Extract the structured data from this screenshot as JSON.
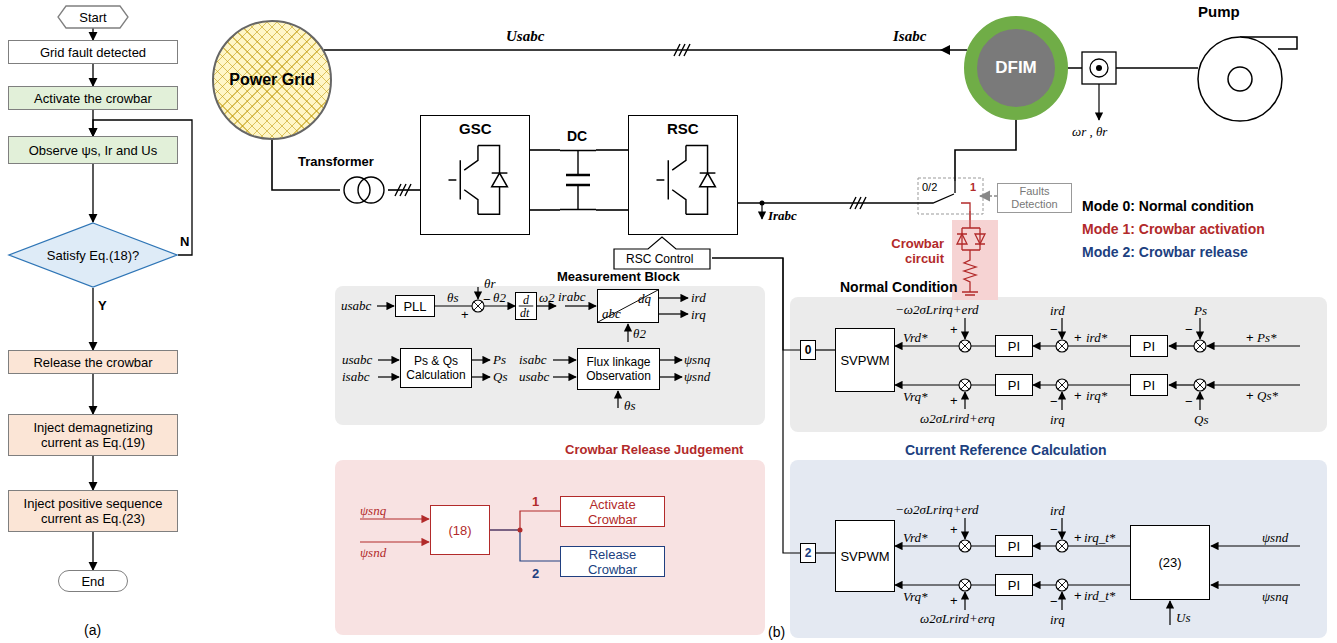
{
  "diagram": {
    "nodes": [
      {
        "text": [
          "Start"
        ]
      },
      {
        "text": [
          "Grid fault detected"
        ]
      },
      {
        "text": [
          "Activate the crowbar"
        ]
      },
      {
        "text": [
          "Observe ψs, Ir and Us"
        ]
      },
      {
        "text": [
          "Satisfy Eq.(18)?"
        ]
      },
      {
        "text": [
          "Release the crowbar"
        ]
      },
      {
        "text": [
          "Inject demagnetizing current as Eq.(19)"
        ]
      },
      {
        "text": [
          "Inject positive sequence current as Eq.(23)"
        ]
      },
      {
        "text": [
          "End"
        ]
      },
      {
        "text": [
          "Power Grid"
        ]
      },
      {
        "text": [
          "Transformer"
        ]
      },
      {
        "text": [
          "GSC"
        ]
      },
      {
        "text": [
          "DC"
        ]
      },
      {
        "text": [
          "RSC"
        ]
      },
      {
        "text": [
          "DFIM"
        ]
      },
      {
        "text": [
          "Pump"
        ]
      },
      {
        "text": [
          "0/2",
          "1"
        ]
      },
      {
        "text": [
          "Faults Detection"
        ]
      },
      {
        "text": [
          "Crowbar circuit"
        ]
      },
      {
        "text": [
          "RSC Control"
        ]
      },
      {
        "text": [
          "Measurement Block"
        ]
      },
      {
        "text": [
          "PLL"
        ],
        "in": 20
      },
      {
        "text": [
          "d",
          "dt"
        ],
        "in": 20
      },
      {
        "text": [
          "abc",
          "dq"
        ],
        "in": 20
      },
      {
        "text": [
          "Ps & Qs Calculation"
        ],
        "in": 20
      },
      {
        "text": [
          "Flux linkage Observation"
        ],
        "in": 20
      },
      {
        "text": [
          "Normal Condition"
        ]
      },
      {
        "text": [
          "0"
        ],
        "in": 26
      },
      {
        "text": [
          "SVPWM"
        ],
        "in": 26
      },
      {
        "text": [
          "PI"
        ],
        "in": 26
      },
      {
        "text": [
          "PI"
        ],
        "in": 26
      },
      {
        "text": [
          "PI"
        ],
        "in": 26
      },
      {
        "text": [
          "PI"
        ],
        "in": 26
      },
      {
        "text": [
          "Current Reference Calculation"
        ]
      },
      {
        "text": [
          "2"
        ],
        "in": 33
      },
      {
        "text": [
          "SVPWM"
        ],
        "in": 33
      },
      {
        "text": [
          "PI"
        ],
        "in": 33
      },
      {
        "text": [
          "PI"
        ],
        "in": 33
      },
      {
        "text": [
          "(23)"
        ],
        "in": 33
      },
      {
        "text": [
          "Crowbar Release Judgement"
        ]
      },
      {
        "text": [
          "(18)"
        ],
        "in": 39
      },
      {
        "text": [
          "Activate Crowbar"
        ],
        "in": 39
      },
      {
        "text": [
          "Release Crowbar"
        ],
        "in": 39
      }
    ],
    "edges": [
      {
        "from": 0,
        "to": 1,
        "arrow": "to"
      },
      {
        "from": 1,
        "to": 2,
        "arrow": "to"
      },
      {
        "from": 2,
        "to": 3,
        "arrow": "to"
      },
      {
        "from": 3,
        "to": 4,
        "arrow": "to"
      },
      {
        "from": 4,
        "to": 5,
        "arrow": "to",
        "label": "Y"
      },
      {
        "from": 4,
        "to": 3,
        "arrow": "to",
        "label": "N"
      },
      {
        "from": 5,
        "to": 6,
        "arrow": "to"
      },
      {
        "from": 6,
        "to": 7,
        "arrow": "to"
      },
      {
        "from": 7,
        "to": 8,
        "arrow": "to"
      },
      {
        "from": 14,
        "to": 9,
        "arrow": "none"
      },
      {
        "from": 9,
        "to": 10,
        "arrow": "none"
      },
      {
        "from": 10,
        "to": 11,
        "arrow": "none"
      },
      {
        "from": 11,
        "to": 12,
        "arrow": "none"
      },
      {
        "from": 11,
        "to": 12,
        "arrow": "none"
      },
      {
        "from": 12,
        "to": 13,
        "arrow": "none"
      },
      {
        "from": 12,
        "to": 13,
        "arrow": "none"
      },
      {
        "from": 13,
        "to": 16,
        "arrow": "none"
      },
      {
        "from": 14,
        "to": 16,
        "arrow": "none"
      },
      {
        "from": 17,
        "to": 16,
        "arrow": "to"
      },
      {
        "from": 16,
        "to": 18,
        "arrow": "none"
      },
      {
        "from": 14,
        "to": 15,
        "arrow": "none"
      },
      {
        "from": 19,
        "to": 27,
        "arrow": "none"
      },
      {
        "from": 19,
        "to": 34,
        "arrow": "none"
      },
      {
        "from": 27,
        "to": 28,
        "arrow": "none"
      },
      {
        "from": 29,
        "to": 28,
        "arrow": "to"
      },
      {
        "from": 30,
        "to": 28,
        "arrow": "to"
      },
      {
        "from": 31,
        "to": 29,
        "arrow": "to"
      },
      {
        "from": 32,
        "to": 30,
        "arrow": "to"
      },
      {
        "from": 34,
        "to": 35,
        "arrow": "none"
      },
      {
        "from": 36,
        "to": 35,
        "arrow": "to"
      },
      {
        "from": 37,
        "to": 35,
        "arrow": "to"
      },
      {
        "from": 38,
        "to": 36,
        "arrow": "to"
      },
      {
        "from": 38,
        "to": 37,
        "arrow": "to"
      },
      {
        "from": 21,
        "to": 22,
        "arrow": "to"
      },
      {
        "from": 40,
        "to": 41,
        "arrow": "none"
      },
      {
        "from": 40,
        "to": 42,
        "arrow": "none"
      }
    ],
    "labels": [
      "(a)",
      "(b)",
      "Usabc",
      "Isabc",
      "ωr , θr",
      "Irabc",
      "Mode 0: Normal condition",
      "Mode 1: Crowbar activation",
      "Mode 2: Crowbar release",
      "usabc",
      "θs",
      "+",
      "θr",
      "−",
      "θ2",
      "ω2",
      "irabc",
      "ird",
      "irq",
      "θ2",
      "usabc",
      "isabc",
      "Ps",
      "Qs",
      "isabc",
      "usabc",
      "ψsnq",
      "ψsnd",
      "θs",
      "−ω2σLrirq+erd",
      "+",
      "Vrd*",
      "Vrq*",
      "+",
      "ω2σLrird+erq",
      "ird",
      "−",
      "+",
      "ird*",
      "irq",
      "−",
      "+",
      "irq*",
      "Ps",
      "−",
      "+",
      "Ps*",
      "Qs",
      "−",
      "+",
      "Qs*",
      "−ω2σLrirq+erd",
      "+",
      "Vrd*",
      "Vrq*",
      "+",
      "ω2σLrird+erq",
      "ird",
      "−",
      "+",
      "irq_t*",
      "irq",
      "−",
      "+",
      "ird_t*",
      "ψsnd",
      "ψsnq",
      "Us",
      "ψsnq",
      "ψsnd",
      "1",
      "2"
    ]
  }
}
